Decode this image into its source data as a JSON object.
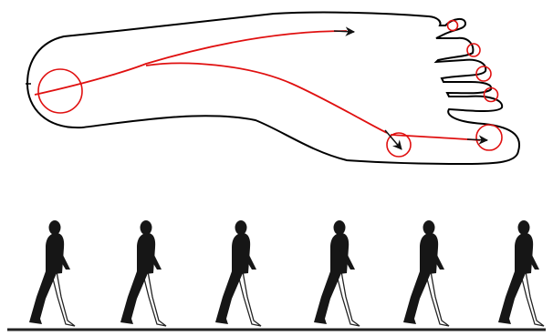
{
  "colors": {
    "outline": "#000000",
    "path": "#e01010",
    "figure_dark": "#161616",
    "figure_light": "#ffffff",
    "ground": "#222222"
  },
  "foot": {
    "pressure_points": [
      "heel",
      "toe-1",
      "toe-2",
      "toe-3",
      "toe-4",
      "toe-5",
      "metatarsal-lateral",
      "metatarsal-medial"
    ],
    "paths": [
      "medial-path",
      "lateral-path"
    ]
  },
  "gait": {
    "frames": 6
  }
}
